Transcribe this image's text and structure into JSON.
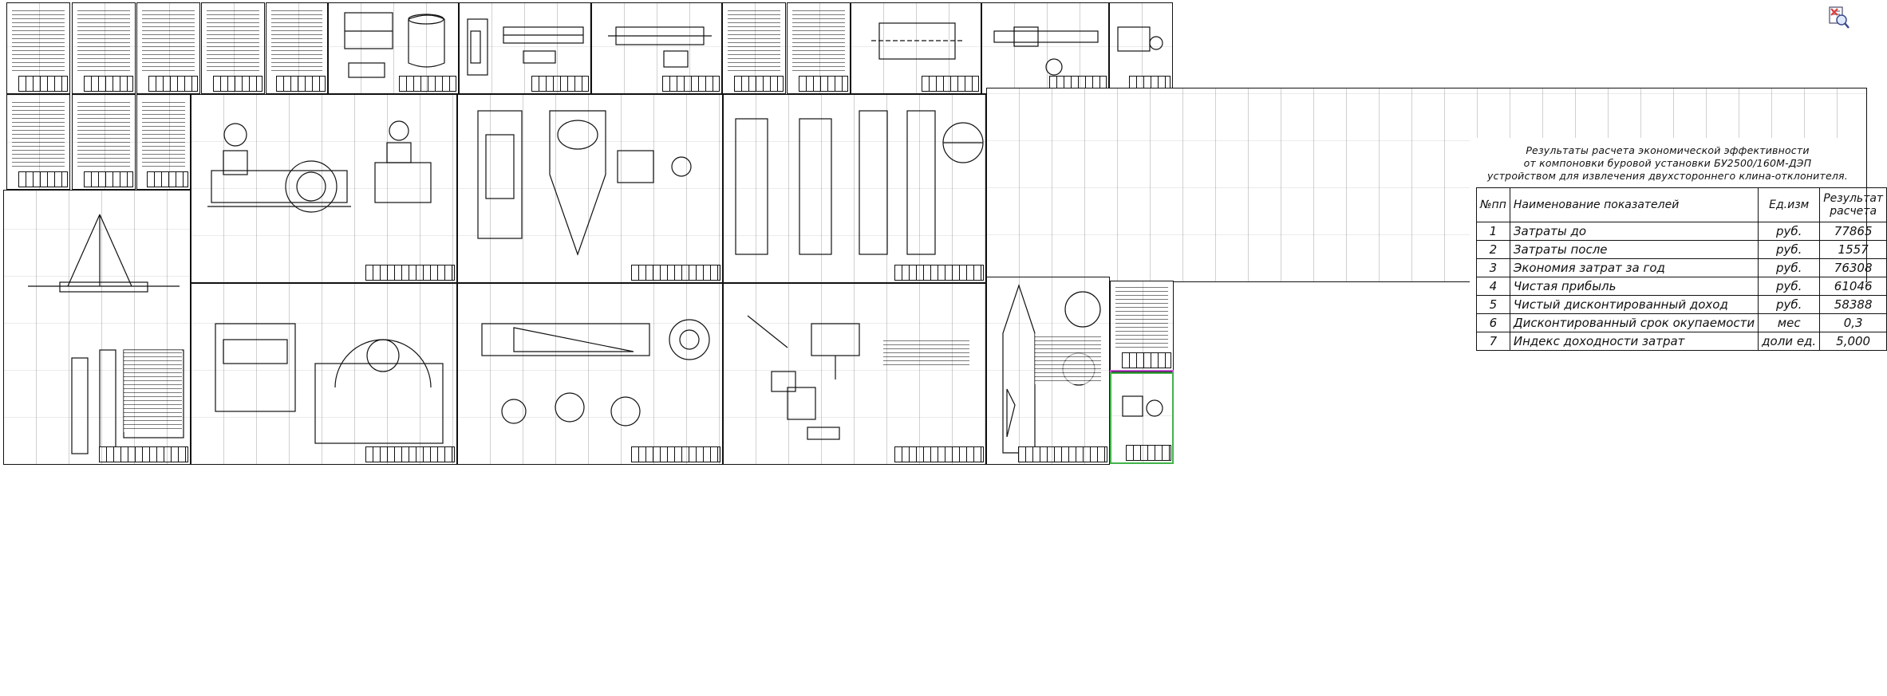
{
  "results_sheet": {
    "title_lines": [
      "Результаты расчета экономической эффективности",
      "от компоновки буровой установки БУ2500/160М-ДЭП",
      "устройством для извлечения двухстороннего клина-отклонителя."
    ],
    "headers": [
      "№пп",
      "Наименование показателей",
      "Ед.изм",
      "Результат расчета"
    ],
    "rows": [
      {
        "num": "1",
        "name": "Затраты до",
        "unit": "руб.",
        "value": "77865"
      },
      {
        "num": "2",
        "name": "Затраты после",
        "unit": "руб.",
        "value": "1557"
      },
      {
        "num": "3",
        "name": "Экономия затрат за год",
        "unit": "руб.",
        "value": "76308"
      },
      {
        "num": "4",
        "name": "Чистая прибыль",
        "unit": "руб.",
        "value": "61046"
      },
      {
        "num": "5",
        "name": "Чистый дисконтированный доход",
        "unit": "руб.",
        "value": "58388"
      },
      {
        "num": "6",
        "name": "Дисконтированный срок окупаемости",
        "unit": "мес",
        "value": "0,3"
      },
      {
        "num": "7",
        "name": "Индекс доходности затрат",
        "unit": "доли ед.",
        "value": "5,000"
      }
    ]
  },
  "toolbar": {
    "close_icon": "close-print-preview-icon",
    "accent_color": "#e23b3b"
  },
  "colors": {
    "selection_green": "#42b34b",
    "selection_magenta": "#c24fcf",
    "line": "#111111"
  }
}
